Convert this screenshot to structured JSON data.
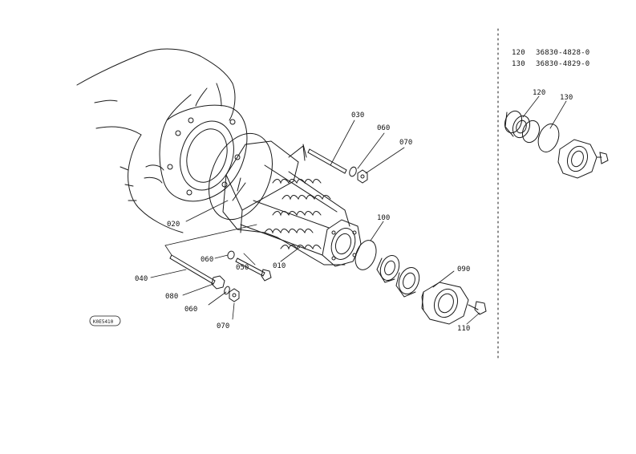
{
  "callouts": {
    "c010": "010",
    "c020": "020",
    "c030": "030",
    "c040": "040",
    "c050": "050",
    "c060a": "060",
    "c060b": "060",
    "c060c": "060",
    "c070a": "070",
    "c070b": "070",
    "c080": "080",
    "c090": "090",
    "c100": "100",
    "c110": "110",
    "c120": "120",
    "c130": "130"
  },
  "parts_table": [
    {
      "ref": "120",
      "part_no": "36830-4828-0"
    },
    {
      "ref": "130",
      "part_no": "36830-4829-0"
    }
  ],
  "stamp": "K0E5410"
}
